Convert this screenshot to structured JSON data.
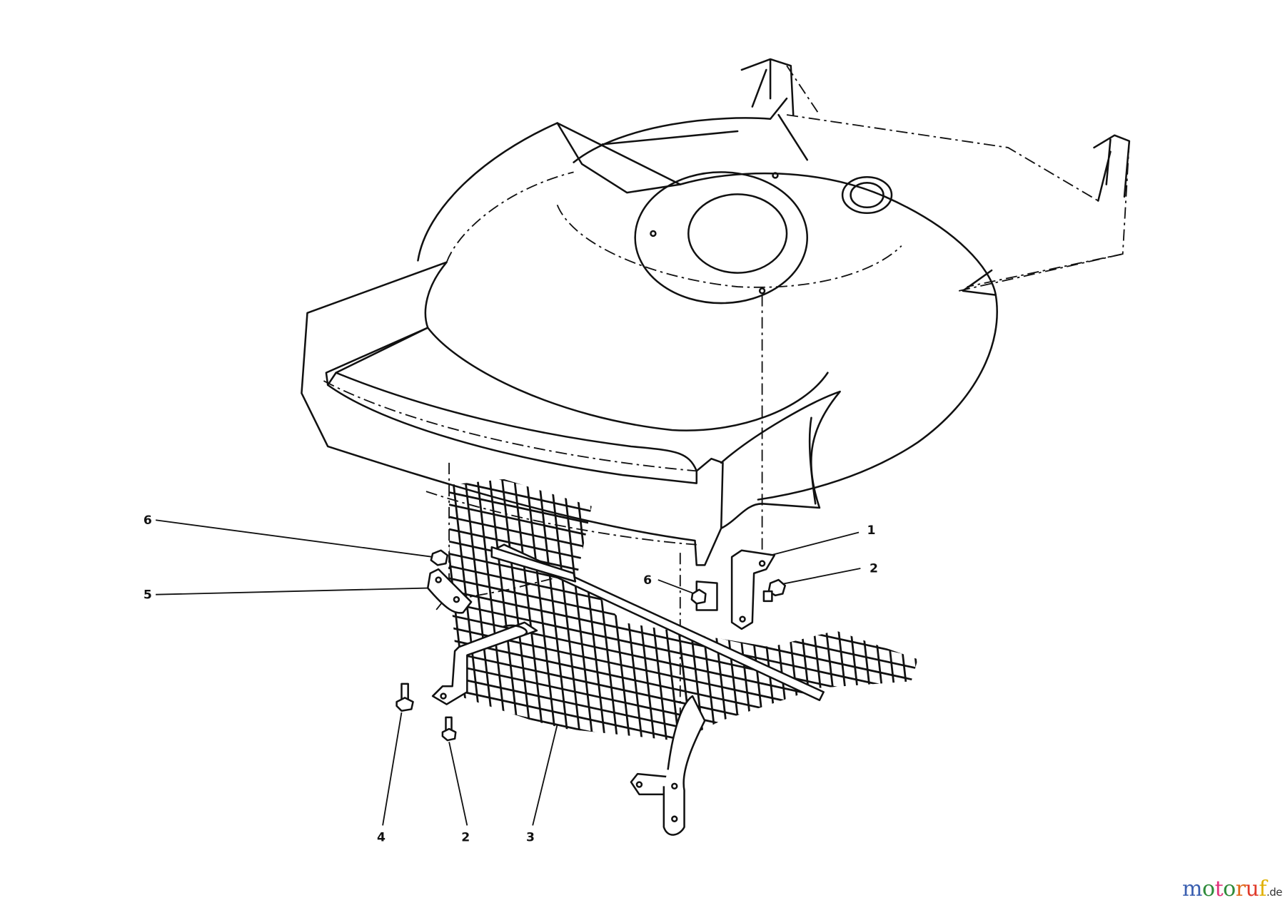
{
  "diagram": {
    "callouts": [
      {
        "id": "callout-6-left",
        "text": "6"
      },
      {
        "id": "callout-5",
        "text": "5"
      },
      {
        "id": "callout-1",
        "text": "1"
      },
      {
        "id": "callout-2-right",
        "text": "2"
      },
      {
        "id": "callout-6-mid",
        "text": "6"
      },
      {
        "id": "callout-4",
        "text": "4"
      },
      {
        "id": "callout-2-bottom",
        "text": "2"
      },
      {
        "id": "callout-3",
        "text": "3"
      }
    ]
  },
  "watermark": {
    "text": "motoruf",
    "suffix": ".de",
    "colors": [
      "#3a5fb0",
      "#2e8b3a",
      "#e0307a",
      "#2e8b3a",
      "#e06a1a",
      "#e03a2a",
      "#e0b000"
    ]
  }
}
